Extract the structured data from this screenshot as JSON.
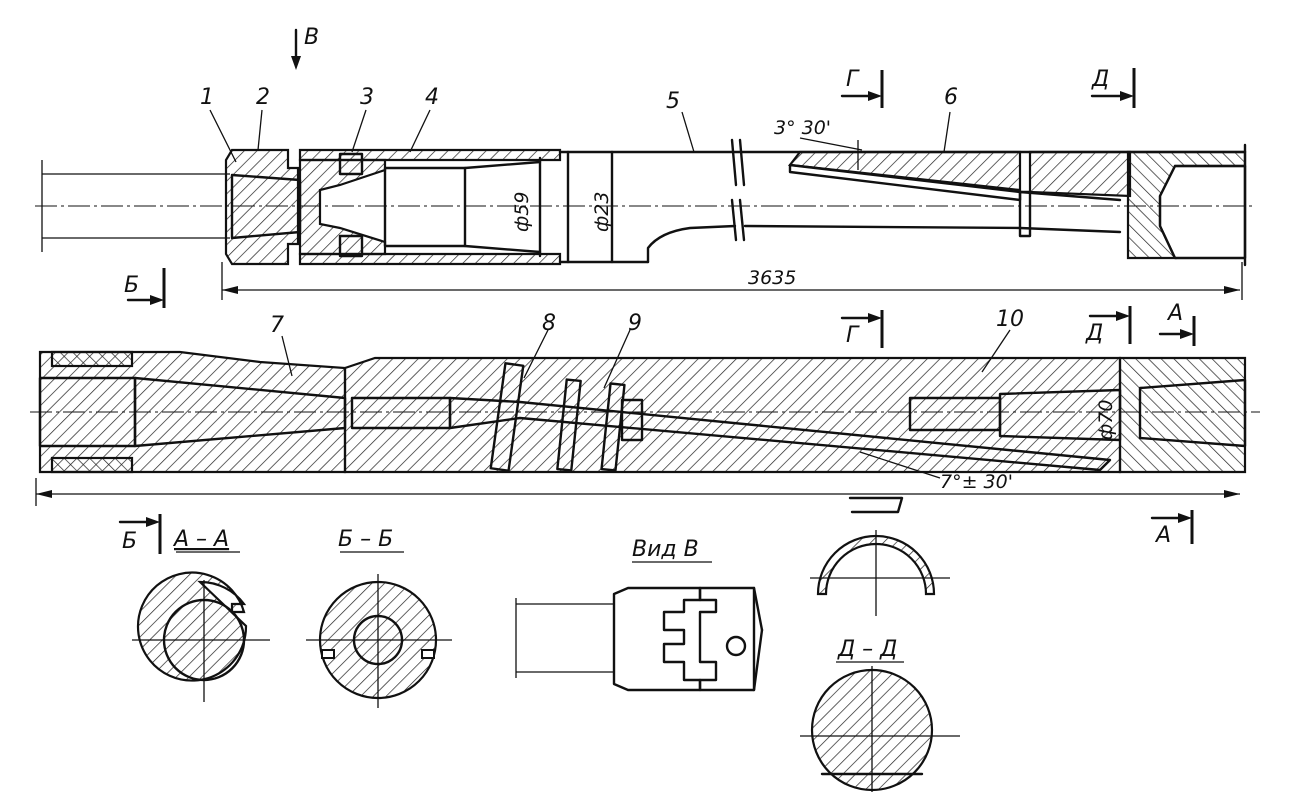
{
  "labels": {
    "view_b_top": "В",
    "part_1": "1",
    "part_2": "2",
    "part_3": "3",
    "part_4": "4",
    "part_5": "5",
    "part_6": "6",
    "part_7": "7",
    "part_8": "8",
    "part_9": "9",
    "part_10": "10",
    "section_g_top": "Г",
    "section_d_top": "Д",
    "section_g_mid": "Г",
    "section_d_mid": "Д",
    "section_a_mid": "А",
    "section_b_left": "Б",
    "section_b_bottom": "Б",
    "section_a_bottom": "А"
  },
  "dimensions": {
    "angle_top": "3° 30'",
    "dia_59": "ф59",
    "dia_23": "ф23",
    "length_total": "3635",
    "dia_70": "ф70",
    "angle_bottom": "7°± 30'"
  },
  "section_titles": {
    "aa": "А – А",
    "bb": "Б – Б",
    "view_v": "Вид В",
    "dd": "Д – Д"
  }
}
